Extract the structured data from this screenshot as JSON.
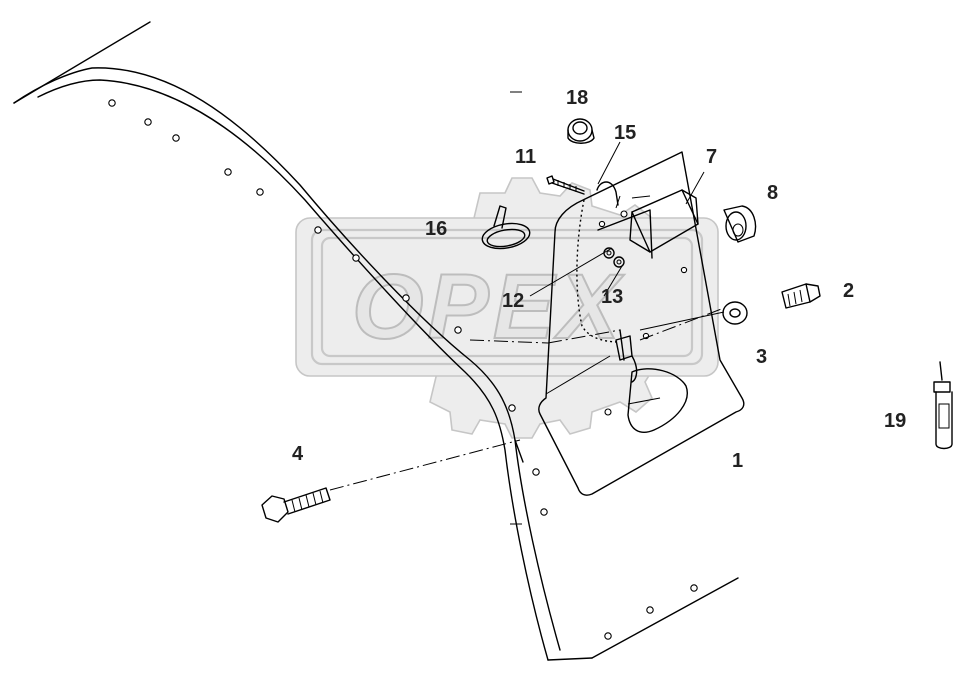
{
  "diagram": {
    "watermark": {
      "text": "OPEX"
    },
    "callouts": [
      {
        "id": "c1",
        "label": "1"
      },
      {
        "id": "c2",
        "label": "2"
      },
      {
        "id": "c3",
        "label": "3"
      },
      {
        "id": "c4",
        "label": "4"
      },
      {
        "id": "c7",
        "label": "7"
      },
      {
        "id": "c8",
        "label": "8"
      },
      {
        "id": "c11",
        "label": "11"
      },
      {
        "id": "c12",
        "label": "12"
      },
      {
        "id": "c13",
        "label": "13"
      },
      {
        "id": "c15",
        "label": "15"
      },
      {
        "id": "c16",
        "label": "16"
      },
      {
        "id": "c18",
        "label": "18"
      },
      {
        "id": "c19",
        "label": "19"
      }
    ]
  }
}
